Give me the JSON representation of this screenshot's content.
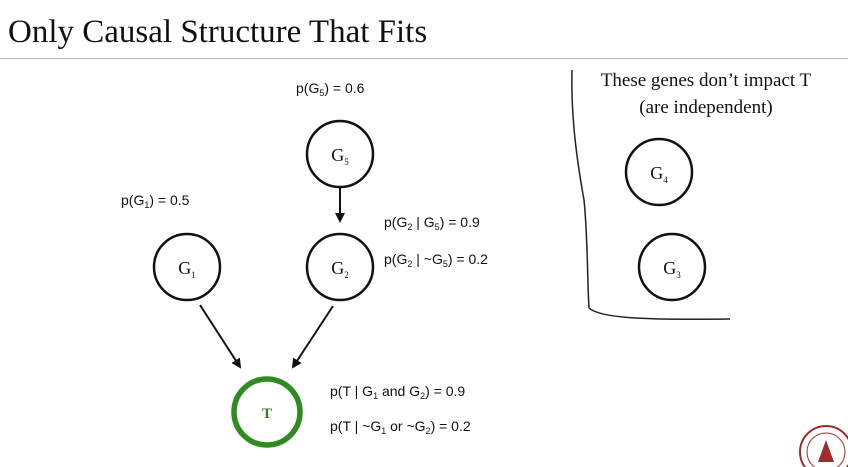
{
  "slide": {
    "title": "Only Causal Structure That Fits"
  },
  "nodes": {
    "g5": {
      "base": "G",
      "sub": "5"
    },
    "g1": {
      "base": "G",
      "sub": "1"
    },
    "g2": {
      "base": "G",
      "sub": "2"
    },
    "g4": {
      "base": "G",
      "sub": "4"
    },
    "g3": {
      "base": "G",
      "sub": "3"
    },
    "t": {
      "label": "T"
    }
  },
  "probabilities": {
    "p_g5": {
      "pre": "p(G",
      "sub": "5",
      "post": ") = 0.6"
    },
    "p_g1": {
      "pre": "p(G",
      "sub": "1",
      "post": ") = 0.5"
    },
    "p_g2_given_g5": {
      "pre": "p(G",
      "sub": "2",
      "mid": " | G",
      "sub2": "5",
      "post": ") = 0.9"
    },
    "p_g2_given_not_g5": {
      "pre": "p(G",
      "sub": "2",
      "mid": " | ~G",
      "sub2": "5",
      "post": ") = 0.2"
    },
    "p_t_given_g1_and_g2": {
      "pre": "p(T | G",
      "sub": "1",
      "mid": " and G",
      "sub2": "2",
      "post": ") = 0.9"
    },
    "p_t_given_not_g1_or_not_g2": {
      "pre": "p(T | ~G",
      "sub": "1",
      "mid": " or ~G",
      "sub2": "2",
      "post": ") = 0.2"
    }
  },
  "independent_box": {
    "line1": "These genes don’t impact T",
    "line2": "(are independent)"
  },
  "colors": {
    "target_ring": "#2e8b1f",
    "target_text": "#3a7a1e",
    "seal": "#a02c2c"
  }
}
